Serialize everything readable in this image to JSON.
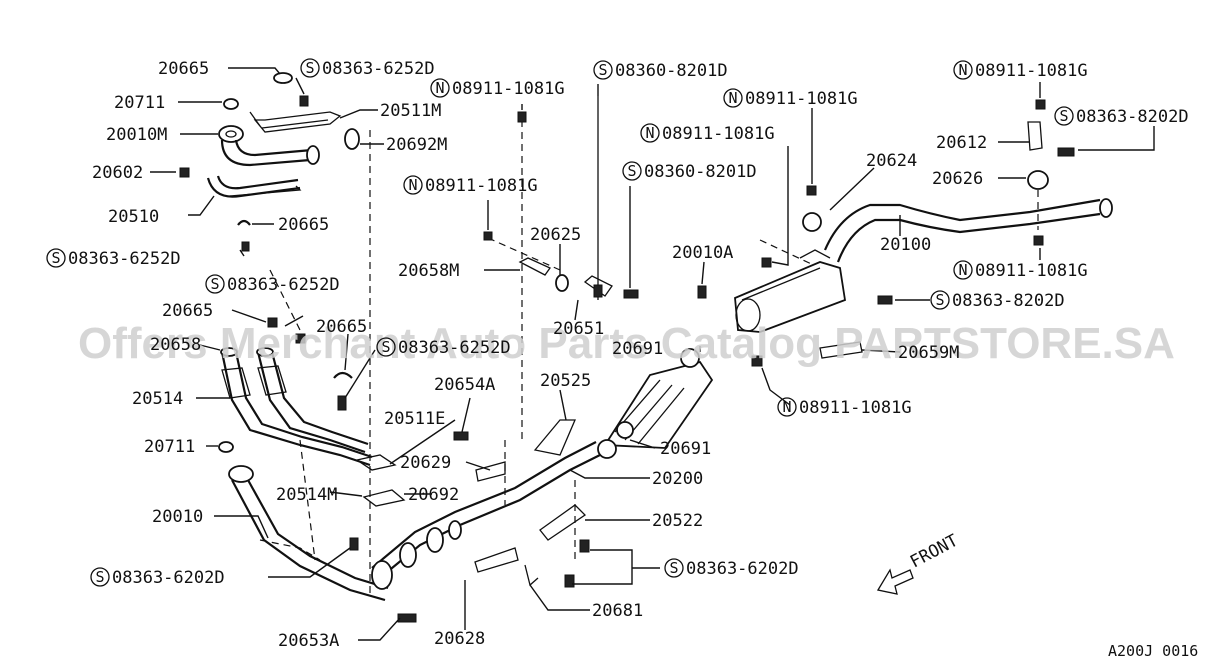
{
  "watermark": "Offers Merchant Auto Parts Catalog PARTSTORE.SA",
  "diagram_code": "A200J 0016",
  "front_label": "FRONT",
  "labels": {
    "p20665_a": "20665",
    "p20711_a": "20711",
    "p20010M": "20010M",
    "p20602": "20602",
    "p20510": "20510",
    "p20511M": "20511M",
    "p20692M": "20692M",
    "p20665_b": "20665",
    "p20625": "20625",
    "p20658M": "20658M",
    "p20651": "20651",
    "p20010A": "20010A",
    "p20624": "20624",
    "p20612": "20612",
    "p20626": "20626",
    "p20100": "20100",
    "p20665_c": "20665",
    "p20665_d": "20665",
    "p20658": "20658",
    "p20514": "20514",
    "p20711_b": "20711",
    "p20010": "20010",
    "p20514M": "20514M",
    "p20692": "20692",
    "p20511E": "20511E",
    "p20654A": "20654A",
    "p20525": "20525",
    "p20629": "20629",
    "p20691_a": "20691",
    "p20691_b": "20691",
    "p20200": "20200",
    "p20522": "20522",
    "p20628": "20628",
    "p20681": "20681",
    "p20653A": "20653A",
    "p20659M": "20659M"
  },
  "circled": {
    "s1": {
      "letter": "S",
      "code": "08363-6252D"
    },
    "n1": {
      "letter": "N",
      "code": "08911-1081G"
    },
    "s2": {
      "letter": "S",
      "code": "08360-8201D"
    },
    "n2": {
      "letter": "N",
      "code": "08911-1081G"
    },
    "n3": {
      "letter": "N",
      "code": "08911-1081G"
    },
    "s3": {
      "letter": "S",
      "code": "08360-8201D"
    },
    "n4": {
      "letter": "N",
      "code": "08911-1081G"
    },
    "s4": {
      "letter": "S",
      "code": "08363-6252D"
    },
    "s5": {
      "letter": "S",
      "code": "08363-6252D"
    },
    "s6": {
      "letter": "S",
      "code": "08363-6252D"
    },
    "n5": {
      "letter": "N",
      "code": "08911-1081G"
    },
    "s7": {
      "letter": "S",
      "code": "08363-8202D"
    },
    "n6": {
      "letter": "N",
      "code": "08911-1081G"
    },
    "s8": {
      "letter": "S",
      "code": "08363-8202D"
    },
    "n7": {
      "letter": "N",
      "code": "08911-1081G"
    },
    "s9": {
      "letter": "S",
      "code": "08363-6202D"
    },
    "s10": {
      "letter": "S",
      "code": "08363-6202D"
    }
  }
}
